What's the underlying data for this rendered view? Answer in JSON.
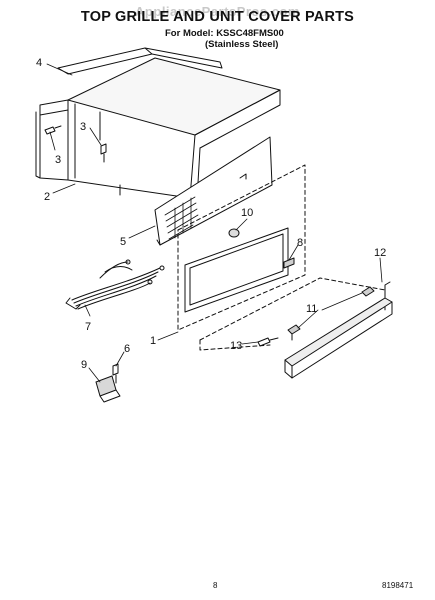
{
  "title": "TOP GRILLE AND UNIT COVER PARTS",
  "watermark": "AppliancePartsPros.com",
  "model_line": "For Model: KSSC48FMS00",
  "finish_line": "(Stainless Steel)",
  "callouts": {
    "c4": "4",
    "c3a": "3",
    "c3b": "3",
    "c2": "2",
    "c5": "5",
    "c10": "10",
    "c8": "8",
    "c12": "12",
    "c11": "11",
    "c7": "7",
    "c1": "1",
    "c13": "13",
    "c6": "6",
    "c9": "9"
  },
  "page_number": "8",
  "doc_number": "8198471"
}
